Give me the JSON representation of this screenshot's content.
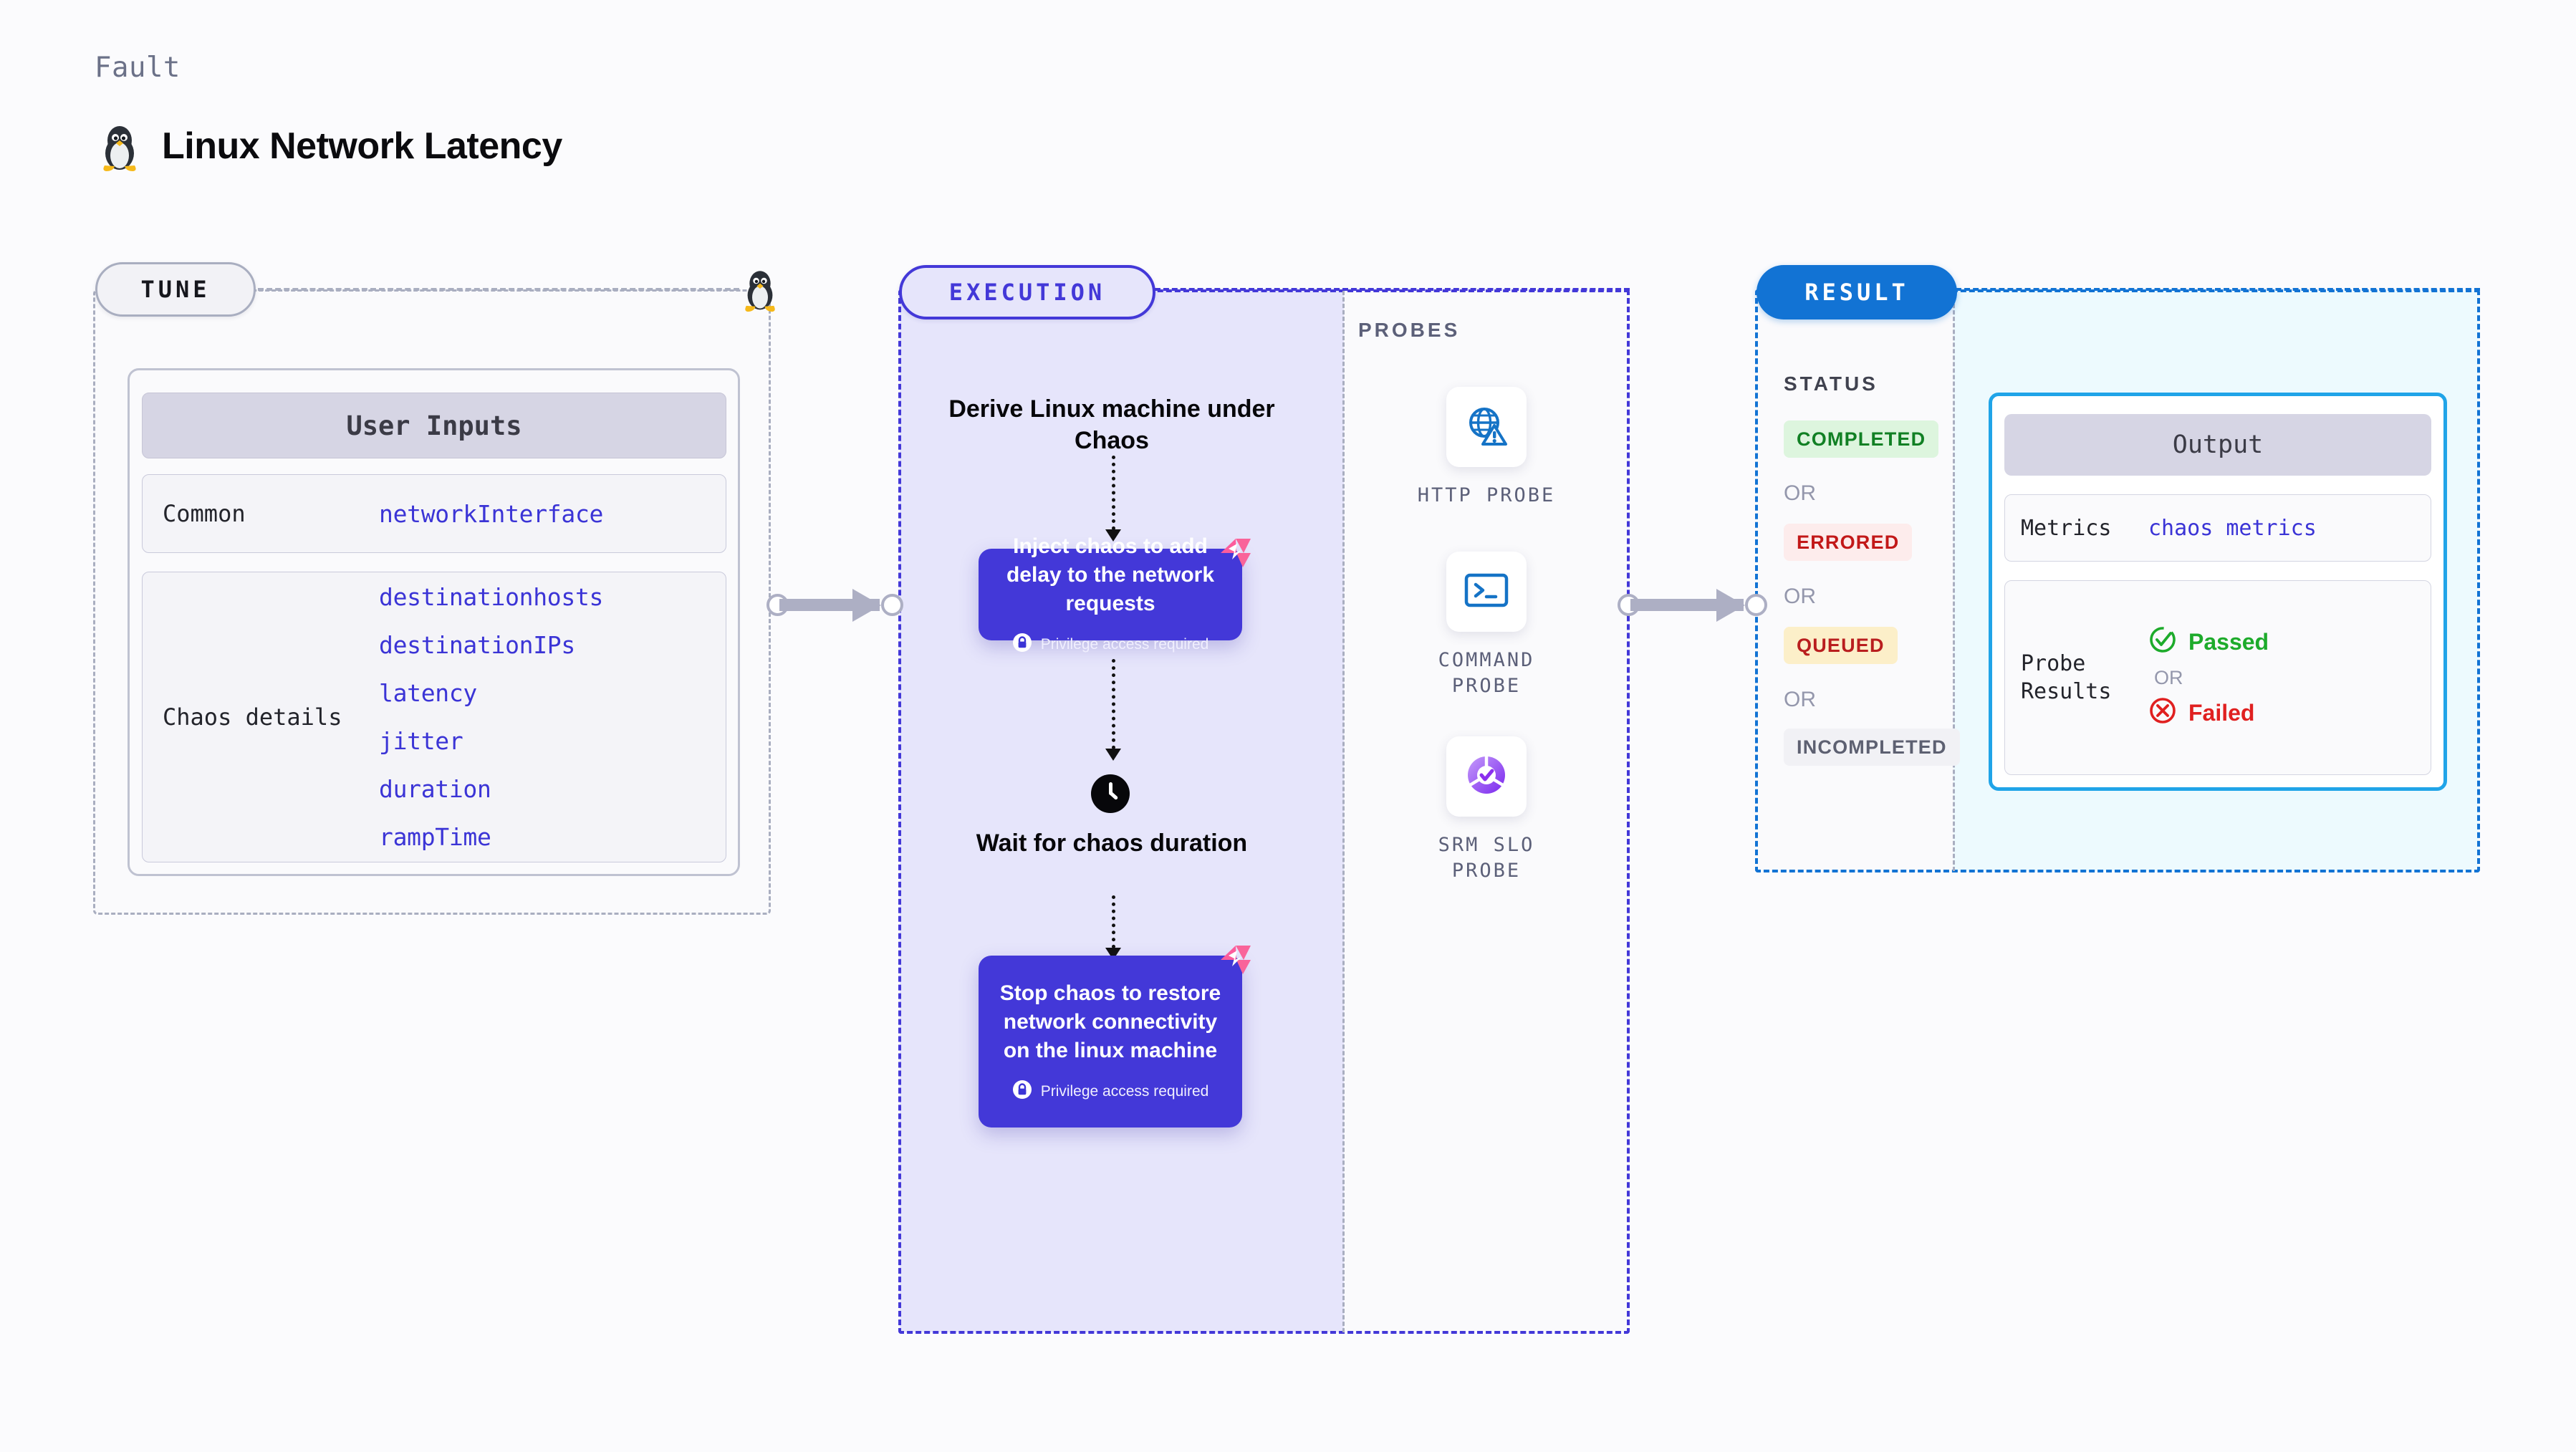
{
  "header": {
    "kicker": "Fault",
    "title": "Linux Network Latency",
    "icon": "linux-penguin-icon"
  },
  "tune": {
    "pill_label": "TUNE",
    "edge_icon": "linux-penguin-icon",
    "card": {
      "header": "User Inputs",
      "rows": [
        {
          "key": "Common",
          "values": [
            "networkInterface"
          ]
        },
        {
          "key": "Chaos details",
          "values": [
            "destinationhosts",
            "destinationIPs",
            "latency",
            "jitter",
            "duration",
            "rampTime"
          ]
        }
      ]
    }
  },
  "execution": {
    "pill_label": "EXECUTION",
    "steps": {
      "derive": "Derive Linux machine under Chaos",
      "inject_title": "Inject chaos to add delay to the network requests",
      "inject_note": "Privilege access required",
      "wait": "Wait for chaos duration",
      "stop_title": "Stop chaos to restore network connectivity on the linux machine",
      "stop_note": "Privilege access required"
    },
    "badge_icon": "litmus-chaos-badge-icon",
    "lock_icon": "lock-icon",
    "clock_icon": "clock-icon"
  },
  "probes": {
    "section_label": "PROBES",
    "items": [
      {
        "label": "HTTP PROBE",
        "icon": "globe-warning-icon"
      },
      {
        "label": "COMMAND\nPROBE",
        "icon": "terminal-prompt-icon"
      },
      {
        "label": "SRM SLO\nPROBE",
        "icon": "slo-donut-check-icon"
      }
    ]
  },
  "result": {
    "pill_label": "RESULT",
    "status_label": "STATUS",
    "or_label": "OR",
    "statuses": [
      {
        "label": "COMPLETED",
        "bg": "#DDF5DE",
        "fg": "#118024"
      },
      {
        "label": "ERRORED",
        "bg": "#FDECEC",
        "fg": "#C21818"
      },
      {
        "label": "QUEUED",
        "bg": "#FCEFC9",
        "fg": "#B91E1E"
      },
      {
        "label": "INCOMPLETED",
        "bg": "#F1F1F5",
        "fg": "#5D6071"
      }
    ],
    "output": {
      "header": "Output",
      "metrics_key": "Metrics",
      "metrics_value": "chaos metrics",
      "probe_results_key": "Probe\nResults",
      "passed_label": "Passed",
      "failed_label": "Failed",
      "or_label": "OR",
      "passed_icon": "check-circle-icon",
      "failed_icon": "x-circle-icon"
    }
  },
  "colors": {
    "accent_purple": "#4338D8",
    "accent_blue": "#1273D4",
    "accent_cyan": "#20A4E8",
    "litmus_pink": "#F9649A",
    "mono_value": "#3B34D6",
    "muted": "#9497AC"
  }
}
